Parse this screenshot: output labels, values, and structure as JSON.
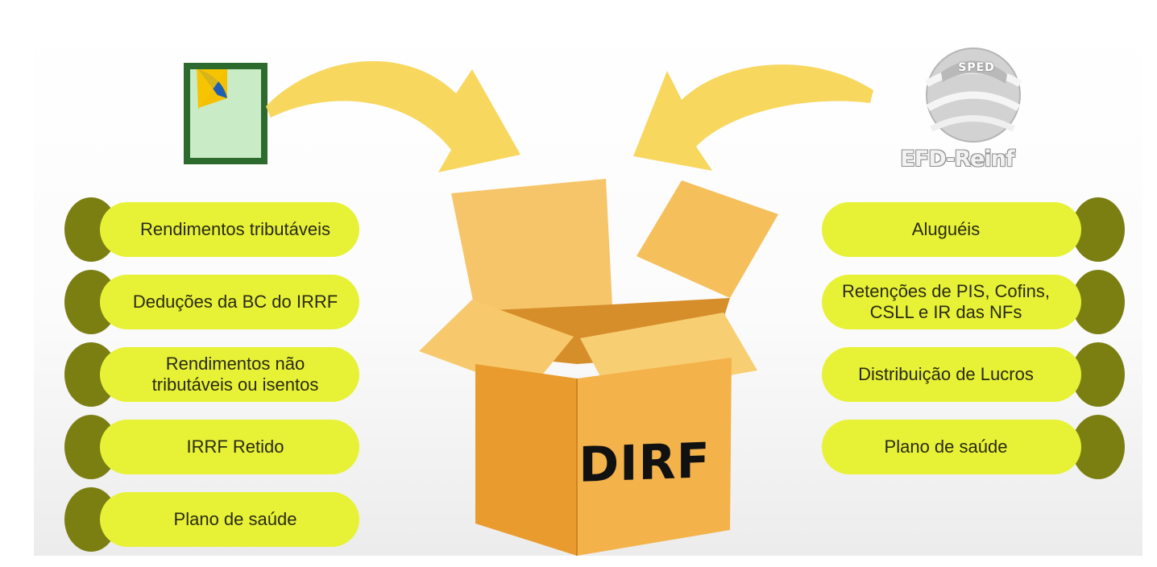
{
  "box_label": "DIRF",
  "left_items": [
    "Rendimentos tributáveis",
    "Deduções da BC do IRRF",
    "Rendimentos não tributáveis ou isentos",
    "IRRF Retido",
    "Plano de saúde"
  ],
  "right_items": [
    "Aluguéis",
    "Retenções de PIS, Cofins, CSLL e IR das NFs",
    "Distribuição de Lucros",
    "Plano de saúde"
  ],
  "right_source": {
    "logo_text": "SPED",
    "caption": "EFD-Reinf"
  },
  "left_source": {
    "icon": "document-icon"
  },
  "colors": {
    "pill": "#e7f236",
    "dot": "#7b7f12",
    "arrow": "#f7d75e",
    "box": "#f3b24a"
  }
}
